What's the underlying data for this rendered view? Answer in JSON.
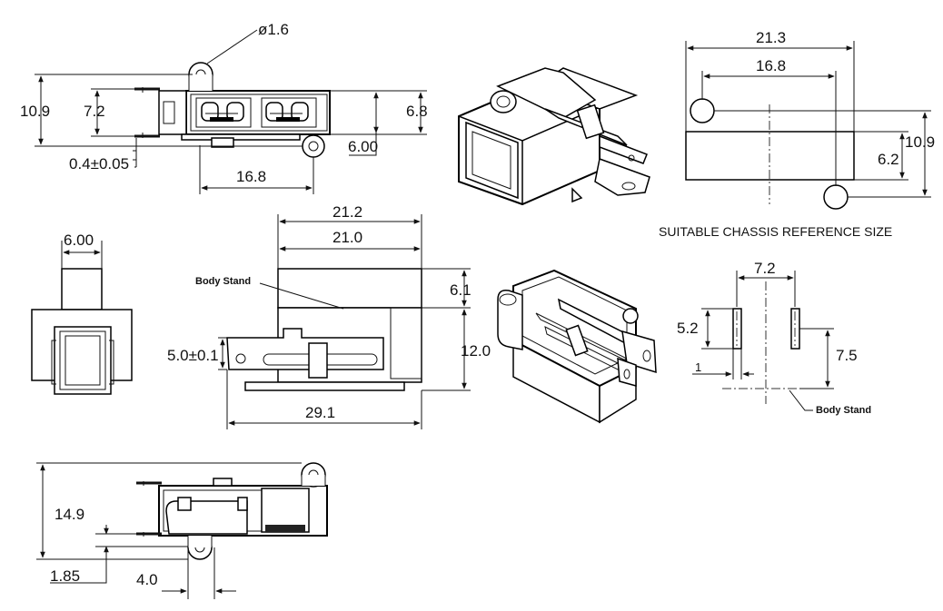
{
  "dims": {
    "top_dia": "ø1.6",
    "top_h109": "10.9",
    "top_h72": "7.2",
    "top_h68": "6.8",
    "top_600": "6.00",
    "top_04": "0.4±0.05",
    "top_168": "16.8",
    "ch_213": "21.3",
    "ch_168": "16.8",
    "ch_109": "10.9",
    "ch_62": "6.2",
    "side_600": "6.00",
    "front_212": "21.2",
    "front_210": "21.0",
    "front_61": "6.1",
    "front_120": "12.0",
    "front_50": "5.0±0.1",
    "front_291": "29.1",
    "pin_72": "7.2",
    "pin_52": "5.2",
    "pin_75": "7.5",
    "pin_1": "1",
    "bot_149": "14.9",
    "bot_185": "1.85",
    "bot_40": "4.0"
  },
  "labels": {
    "body_stand_front": "Body Stand",
    "body_stand_pin": "Body Stand",
    "chassis_caption": "SUITABLE CHASSIS REFERENCE SIZE"
  }
}
